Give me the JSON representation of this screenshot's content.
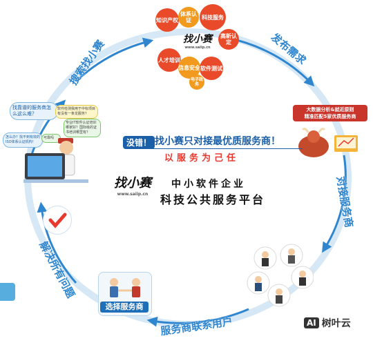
{
  "cycle": {
    "labels": {
      "search": "搜索找小赛",
      "publish": "发布需求",
      "connect": "对接服务商",
      "contact": "服务商联系用户",
      "select": "选择服务商",
      "solve": "解决所有问题"
    }
  },
  "center": {
    "badge": "没错！",
    "headline": "找小赛只对接最优质服务商！",
    "subline": "以服务为己任",
    "platform_line1": "中小软件企业",
    "platform_line2": "科技公共服务平台",
    "logo_text": "找小赛",
    "logo_url": "www.saiip.cn"
  },
  "bubbles": [
    "知识产权",
    "体系认证",
    "科技服务",
    "高新认定",
    "人才培训",
    "信息安全",
    "软件测试",
    "电子政务"
  ],
  "top_logo": {
    "text": "找小赛",
    "url": "www.saiip.cn"
  },
  "bigdata": {
    "line1": "大数据分析&就近原则",
    "line2": "精准匹配5家优质服务商"
  },
  "user_bubbles": [
    "找靠谱的服务商怎么这么难？",
    "软件检测我用于中标项目有没有一条龙服务？",
    "专业IT软件认证培训哪家好？国际级的证书培训哪里有？",
    "怎么办？找不到有效的ISO体系认证机构！",
    "可靠吗"
  ],
  "select_tag": "选择服务商",
  "watermark": "树叶云",
  "watermark_ai": "AI",
  "colors": {
    "cycle_blue": "#2f86cf",
    "headline_blue": "#1a5fa8",
    "red": "#e8392f",
    "orange": "#f29a1e"
  }
}
